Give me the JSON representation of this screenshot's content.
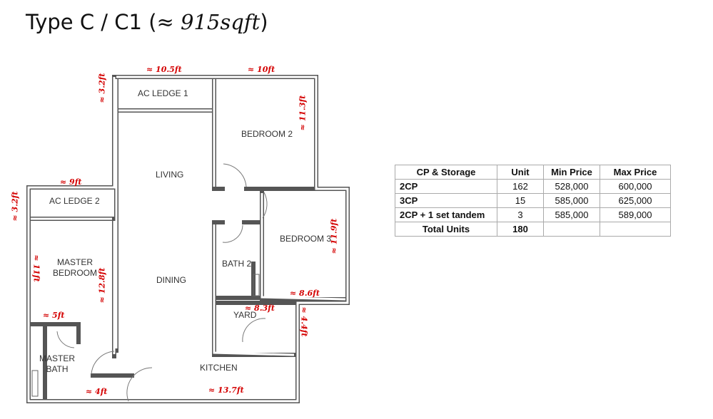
{
  "title": {
    "prefix": "Type C / C1 (",
    "math": "≈ 915sqft",
    "suffix": ")"
  },
  "rooms": {
    "ac_ledge_1": "AC LEDGE 1",
    "bedroom_2": "BEDROOM 2",
    "living": "LIVING",
    "ac_ledge_2": "AC LEDGE 2",
    "master_bedroom_1": "MASTER",
    "master_bedroom_2": "BEDROOM",
    "dining": "DINING",
    "bath_2": "BATH 2",
    "bedroom_3": "BEDROOM 3",
    "yard": "YARD",
    "master_bath_1": "MASTER",
    "master_bath_2": "BATH",
    "kitchen": "KITCHEN"
  },
  "dimensions": {
    "ac1_width": "≈ 10.5ft",
    "bed2_width": "≈ 10ft",
    "ac1_depth": "≈ 3.2ft",
    "bed2_depth": "≈ 11.3ft",
    "ac2_width": "≈ 9ft",
    "ac2_depth": "≈ 3.2ft",
    "master_depth": "≈ 11ft",
    "master_length": "≈ 12.8ft",
    "bed3_depth": "≈ 11.9ft",
    "bed3_width": "≈ 8.6ft",
    "yard_width": "≈ 8.3ft",
    "yard_depth": "≈ 4.4ft",
    "master_bath_width": "≈ 5ft",
    "corridor_width": "≈ 4ft",
    "kitchen_width": "≈ 13.7ft"
  },
  "table": {
    "headers": [
      "CP & Storage",
      "Unit",
      "Min Price",
      "Max Price"
    ],
    "rows": [
      [
        "2CP",
        "162",
        "528,000",
        "600,000"
      ],
      [
        "3CP",
        "15",
        "585,000",
        "625,000"
      ],
      [
        "2CP + 1 set tandem",
        "3",
        "585,000",
        "589,000"
      ]
    ],
    "total": {
      "label": "Total Units",
      "unit": "180"
    }
  }
}
